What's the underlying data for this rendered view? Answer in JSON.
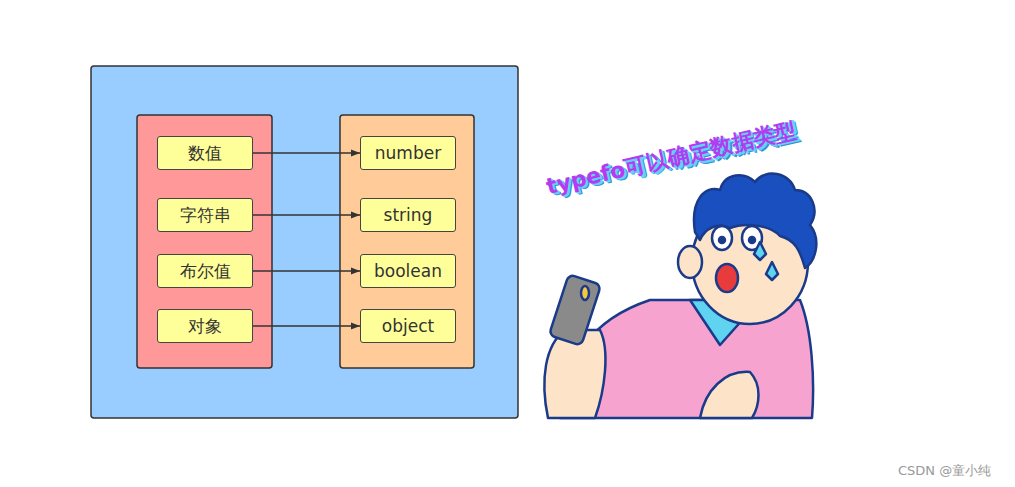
{
  "diagram": {
    "nodes": [
      {
        "text": [
          "数值"
        ]
      },
      {
        "text": [
          "字符串"
        ]
      },
      {
        "text": [
          "布尔值"
        ]
      },
      {
        "text": [
          "对象"
        ]
      },
      {
        "text": [
          "number"
        ]
      },
      {
        "text": [
          "string"
        ]
      },
      {
        "text": [
          "boolean"
        ]
      },
      {
        "text": [
          "object"
        ]
      }
    ],
    "edges": [
      {
        "from": 0,
        "to": 4,
        "arrow": "to"
      },
      {
        "from": 1,
        "to": 5,
        "arrow": "to"
      },
      {
        "from": 2,
        "to": 6,
        "arrow": "to"
      },
      {
        "from": 3,
        "to": 7,
        "arrow": "to"
      }
    ],
    "labels": [
      "typefo可以确定数据类型",
      "CSDN @童小纯"
    ]
  }
}
